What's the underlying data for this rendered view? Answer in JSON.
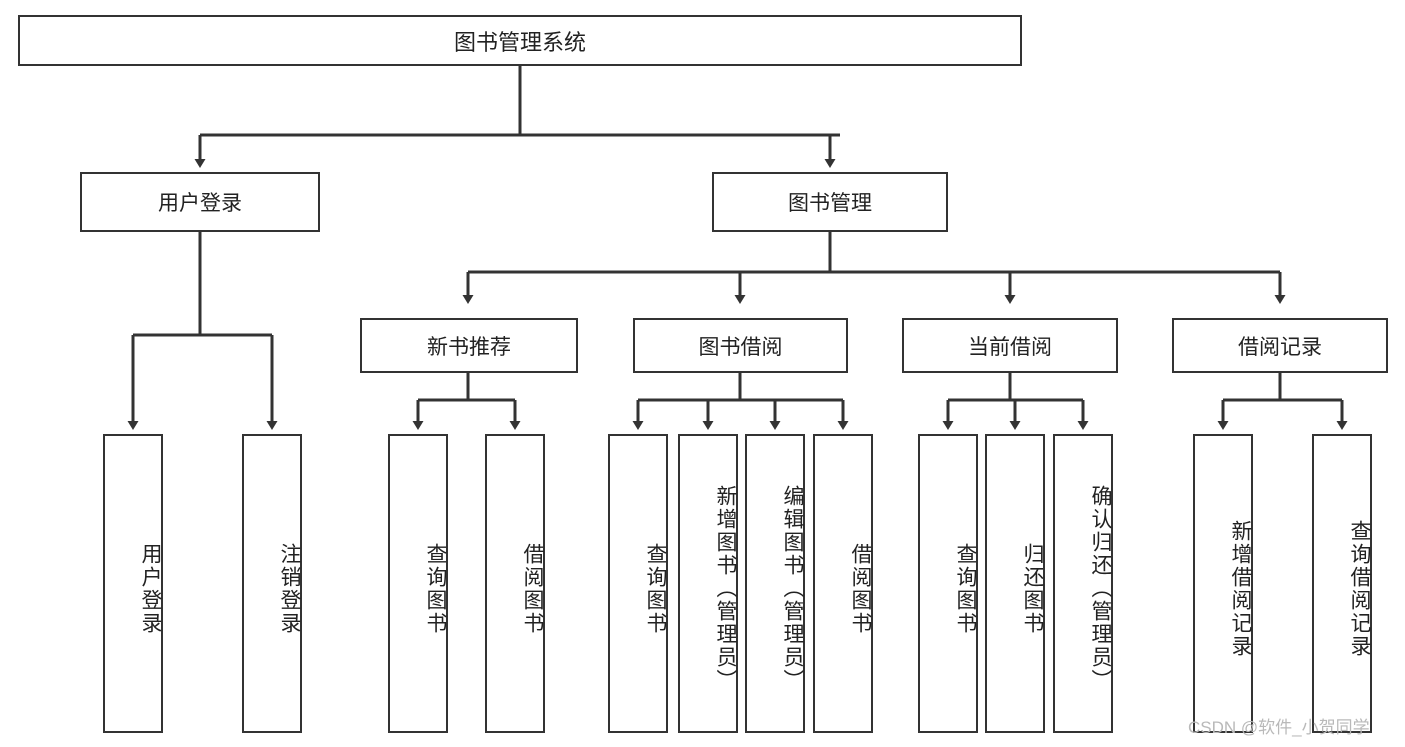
{
  "diagram": {
    "title": "图书管理系统",
    "type": "tree",
    "root": {
      "label": "图书管理系统"
    },
    "level2": [
      {
        "label": "用户登录"
      },
      {
        "label": "图书管理"
      }
    ],
    "level3": [
      {
        "label": "新书推荐"
      },
      {
        "label": "图书借阅"
      },
      {
        "label": "当前借阅"
      },
      {
        "label": "借阅记录"
      }
    ],
    "leaves": [
      {
        "label": "用户登录",
        "parent": "用户登录"
      },
      {
        "label": "注销登录",
        "parent": "用户登录"
      },
      {
        "label": "查询图书",
        "parent": "新书推荐"
      },
      {
        "label": "借阅图书",
        "parent": "新书推荐"
      },
      {
        "label": "查询图书",
        "parent": "图书借阅"
      },
      {
        "label": "新增图书（管理员）",
        "parent": "图书借阅"
      },
      {
        "label": "编辑图书（管理员）",
        "parent": "图书借阅"
      },
      {
        "label": "借阅图书",
        "parent": "图书借阅"
      },
      {
        "label": "查询图书",
        "parent": "当前借阅"
      },
      {
        "label": "归还图书",
        "parent": "当前借阅"
      },
      {
        "label": "确认归还（管理员）",
        "parent": "当前借阅"
      },
      {
        "label": "新增借阅记录",
        "parent": "借阅记录"
      },
      {
        "label": "查询借阅记录",
        "parent": "借阅记录"
      }
    ]
  },
  "watermark": {
    "text": "CSDN @软件_小贺同学"
  },
  "colors": {
    "stroke": "#333333",
    "background": "#ffffff",
    "text": "#222222",
    "watermark": "#b9b9b9"
  }
}
